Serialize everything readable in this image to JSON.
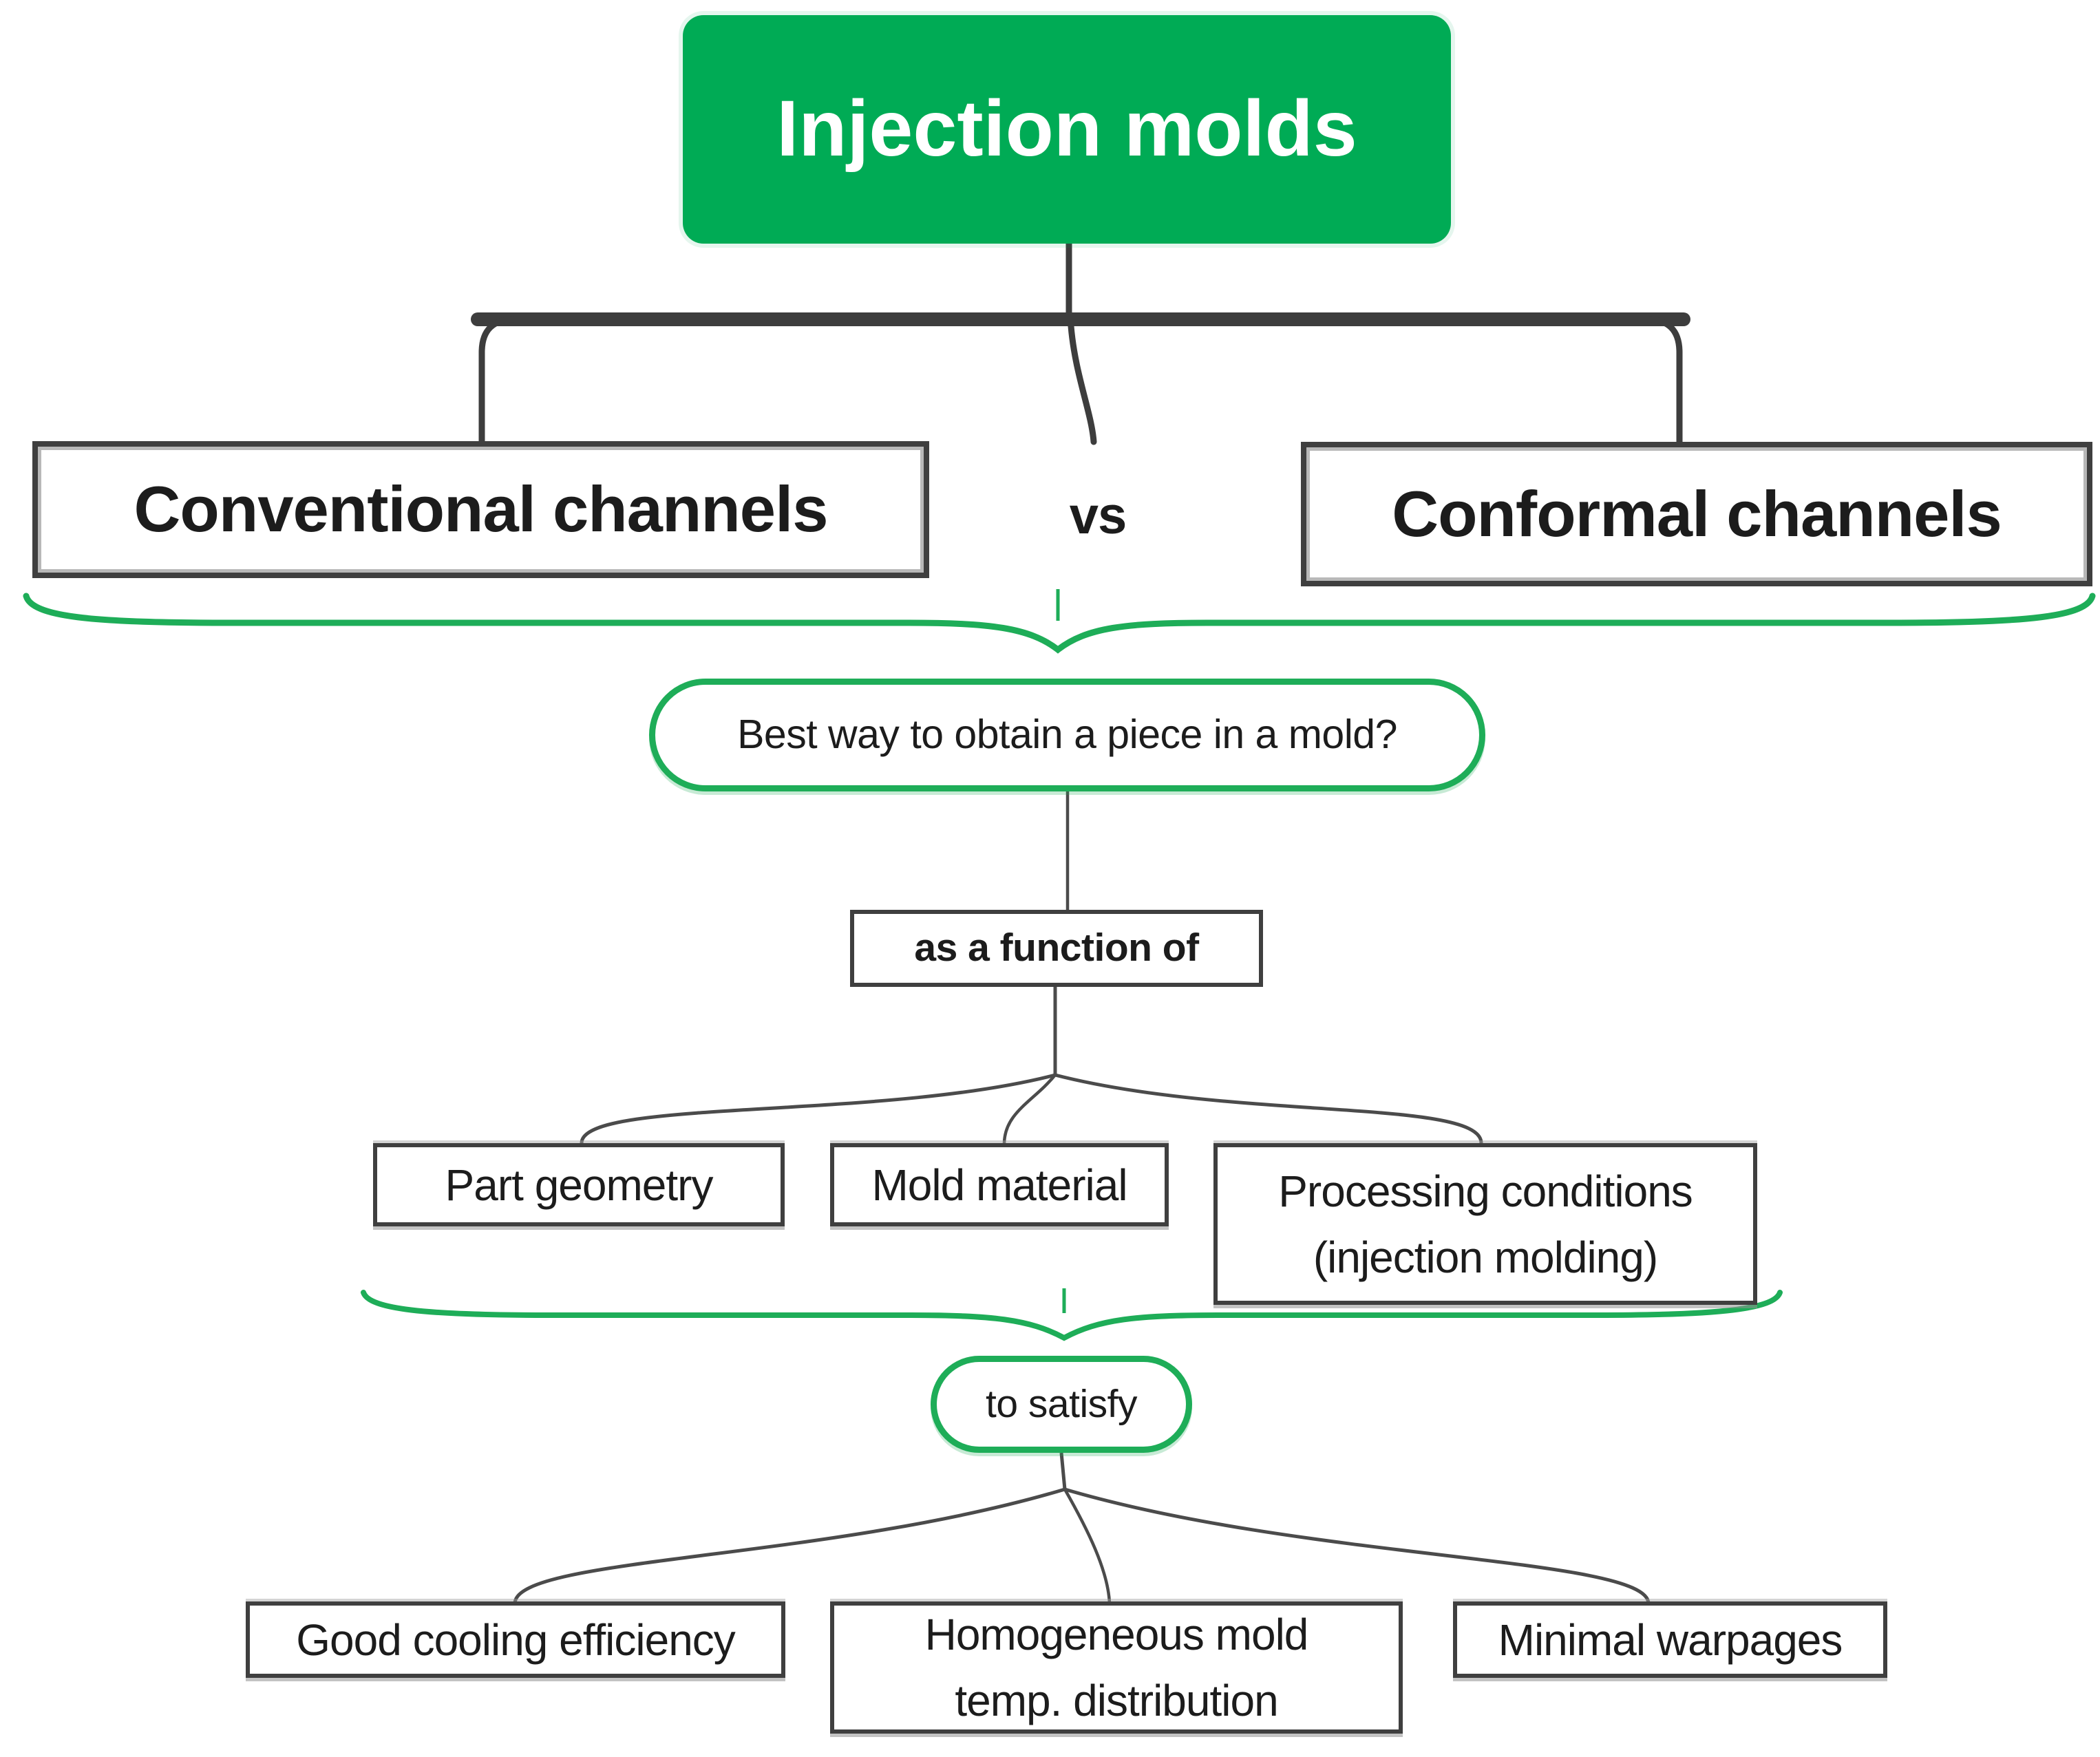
{
  "colors": {
    "green-fill": "#00ab55",
    "green-line": "#1ead58",
    "dark-line": "#3d3d3d",
    "thin-line": "#4b4b4b",
    "box-border": "#3f3f3f",
    "text": "#1c1c1c"
  },
  "root": {
    "title": "Injection molds"
  },
  "comparison": {
    "left": {
      "label": "Conventional channels"
    },
    "vs": "vs",
    "right": {
      "label": "Conformal channels"
    }
  },
  "question": {
    "label": "Best way to obtain a piece in a mold?"
  },
  "function_node": {
    "label": "as a function of"
  },
  "factors": [
    {
      "label": "Part geometry"
    },
    {
      "label": "Mold material"
    },
    {
      "label": "Processing conditions",
      "label2": "(injection molding)"
    }
  ],
  "satisfy": {
    "label": "to satisfy"
  },
  "criteria": [
    {
      "label": "Good cooling efficiency"
    },
    {
      "label": "Homogeneous mold",
      "label2": "temp. distribution"
    },
    {
      "label": "Minimal warpages"
    }
  ]
}
